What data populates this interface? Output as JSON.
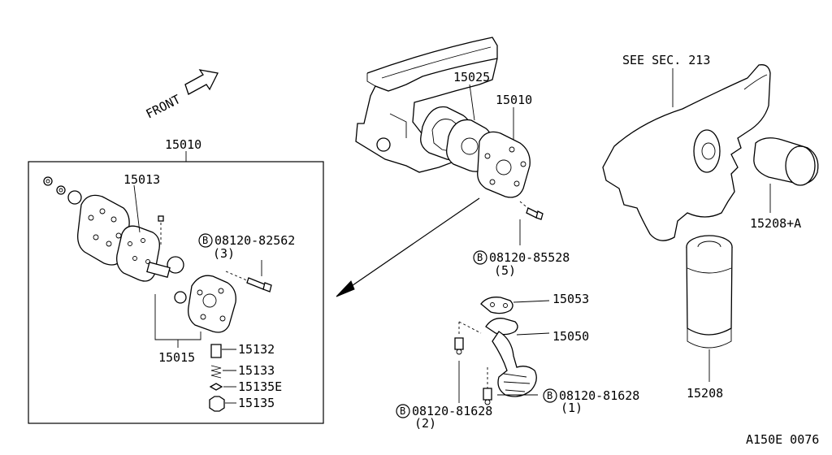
{
  "labels": {
    "front": "FRONT",
    "assembly": "15010",
    "oil_pump_body": "15013",
    "bolt_a_part": "08120-82562",
    "bolt_a_qty": "(3)",
    "pump_gear_set": "15015",
    "relief_valve": "15132",
    "spring": "15133",
    "washer": "15135E",
    "plug": "15135",
    "gasket": "15025",
    "oil_pump": "15010",
    "bolt_b_part": "08120-85528",
    "bolt_b_qty": "(5)",
    "strainer_gasket": "15053",
    "oil_strainer": "15050",
    "bolt_c_part": "08120-81628",
    "bolt_c_qty": "(1)",
    "bolt_d_part": "08120-81628",
    "bolt_d_qty": "(2)",
    "see_section": "SEE SEC. 213",
    "oil_filter_a": "15208+A",
    "oil_filter": "15208",
    "drawing_code": "A150E 0076",
    "bolt_marker": "B"
  }
}
